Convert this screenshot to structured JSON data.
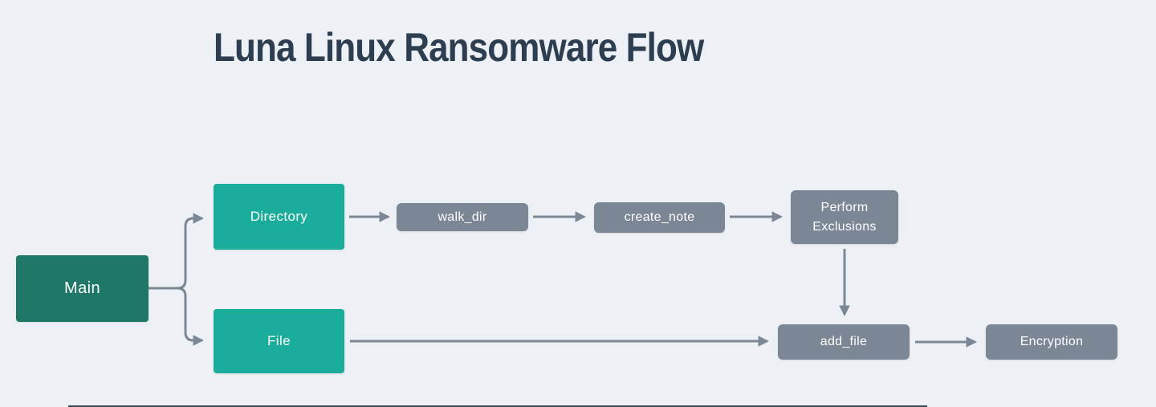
{
  "title": "Luna Linux Ransomware Flow",
  "colors": {
    "background": "#edf0f4",
    "title_text": "#2c3e50",
    "main_node": "#1f7767",
    "branch_node": "#1bad9b",
    "function_node": "#7c8795",
    "arrow": "#7c8795",
    "node_text": "#ffffff",
    "bottom_bar": "#3b4a58"
  },
  "nodes": [
    {
      "id": "main",
      "label": "Main",
      "kind": "entry"
    },
    {
      "id": "directory",
      "label": "Directory",
      "kind": "branch"
    },
    {
      "id": "file",
      "label": "File",
      "kind": "branch"
    },
    {
      "id": "walk_dir",
      "label": "walk_dir",
      "kind": "function"
    },
    {
      "id": "create_note",
      "label": "create_note",
      "kind": "function"
    },
    {
      "id": "exclusions",
      "label": "Perform Exclusions",
      "kind": "function"
    },
    {
      "id": "add_file",
      "label": "add_file",
      "kind": "function"
    },
    {
      "id": "encryption",
      "label": "Encryption",
      "kind": "function"
    }
  ],
  "edges": [
    {
      "from": "main",
      "to": "directory"
    },
    {
      "from": "main",
      "to": "file"
    },
    {
      "from": "directory",
      "to": "walk_dir"
    },
    {
      "from": "walk_dir",
      "to": "create_note"
    },
    {
      "from": "create_note",
      "to": "exclusions"
    },
    {
      "from": "exclusions",
      "to": "add_file"
    },
    {
      "from": "file",
      "to": "add_file"
    },
    {
      "from": "add_file",
      "to": "encryption"
    }
  ]
}
